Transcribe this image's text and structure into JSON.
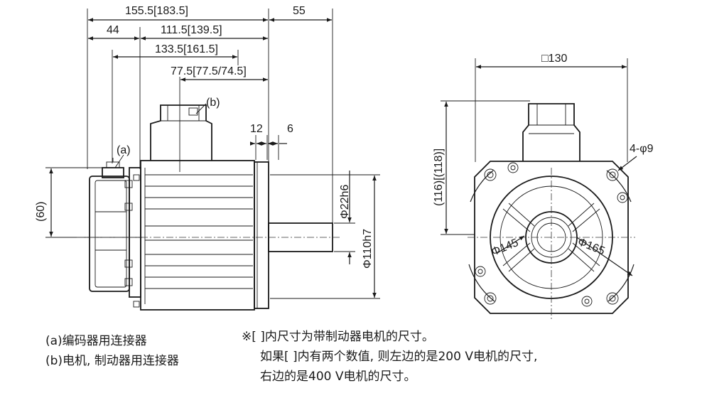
{
  "side_view": {
    "dim_overall": "155.5[183.5]",
    "dim_shaft": "55",
    "dim_44": "44",
    "dim_body": "111.5[139.5]",
    "dim_133": "133.5[161.5]",
    "dim_77": "77.5[77.5/74.5]",
    "dim_12": "12",
    "dim_6": "6",
    "dim_60": "(60)",
    "dim_shaft_dia": "Φ22h6",
    "dim_spigot": "Φ110h7",
    "callout_a": "(a)",
    "callout_b": "(b)"
  },
  "front_view": {
    "dim_square": "□130",
    "dim_height": "(116)[(118)]",
    "dim_holes": "4-φ9",
    "dim_145": "Φ145",
    "dim_165": "Φ165"
  },
  "legend": {
    "line_a": "(a)编码器用连接器",
    "line_b": "(b)电机, 制动器用连接器"
  },
  "notes": {
    "line1": "※[ ]内尺寸为带制动器电机的尺寸。",
    "line2": "如果[ ]内有两个数值, 则左边的是200 V电机的尺寸,",
    "line3": "右边的是400 V电机的尺寸。"
  }
}
